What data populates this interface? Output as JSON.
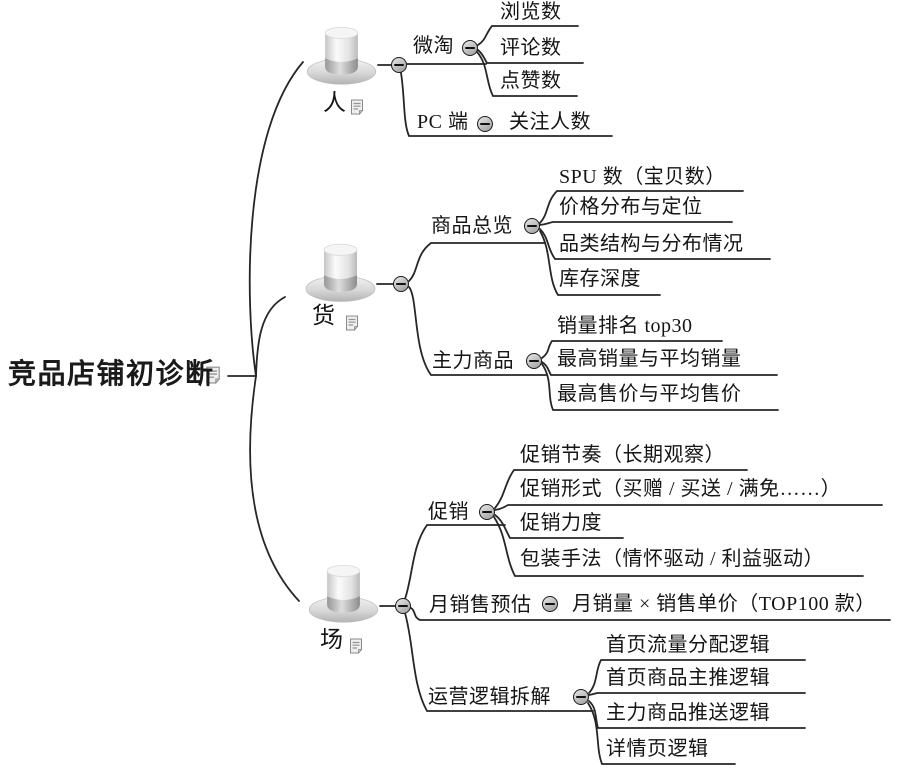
{
  "title": "竞品店铺初诊断",
  "colors": {
    "background": "#ffffff",
    "line": "#262626",
    "text": "#151515",
    "toggle_fill": "#b5b5b5",
    "hat_silver": "#d9d9d9"
  },
  "icons": {
    "branch_marker": "top-hat-icon",
    "note": "note-icon",
    "collapse": "minus-circle-icon"
  },
  "tree": {
    "label": "竞品店铺初诊断",
    "has_note": true,
    "children": [
      {
        "label": "人",
        "icon": "top-hat",
        "has_note": true,
        "children": [
          {
            "label": "微淘",
            "children": [
              {
                "label": "浏览数"
              },
              {
                "label": "评论数"
              },
              {
                "label": "点赞数"
              }
            ]
          },
          {
            "label": "PC 端",
            "children": [
              {
                "label": "关注人数"
              }
            ]
          }
        ]
      },
      {
        "label": "货",
        "icon": "top-hat",
        "has_note": true,
        "children": [
          {
            "label": "商品总览",
            "children": [
              {
                "label": "SPU 数（宝贝数）"
              },
              {
                "label": "价格分布与定位"
              },
              {
                "label": "品类结构与分布情况"
              },
              {
                "label": "库存深度"
              }
            ]
          },
          {
            "label": "主力商品",
            "children": [
              {
                "label": "销量排名 top30"
              },
              {
                "label": "最高销量与平均销量"
              },
              {
                "label": "最高售价与平均售价"
              }
            ]
          }
        ]
      },
      {
        "label": "场",
        "icon": "top-hat",
        "has_note": true,
        "children": [
          {
            "label": "促销",
            "children": [
              {
                "label": "促销节奏（长期观察）"
              },
              {
                "label": "促销形式（买赠 / 买送 / 满免……）"
              },
              {
                "label": "促销力度"
              },
              {
                "label": "包装手法（情怀驱动 / 利益驱动）"
              }
            ]
          },
          {
            "label": "月销售预估",
            "children": [
              {
                "label": "月销量 × 销售单价（TOP100 款）"
              }
            ]
          },
          {
            "label": "运营逻辑拆解",
            "children": [
              {
                "label": "首页流量分配逻辑"
              },
              {
                "label": "首页商品主推逻辑"
              },
              {
                "label": "主力商品推送逻辑"
              },
              {
                "label": "详情页逻辑"
              }
            ]
          }
        ]
      }
    ]
  }
}
